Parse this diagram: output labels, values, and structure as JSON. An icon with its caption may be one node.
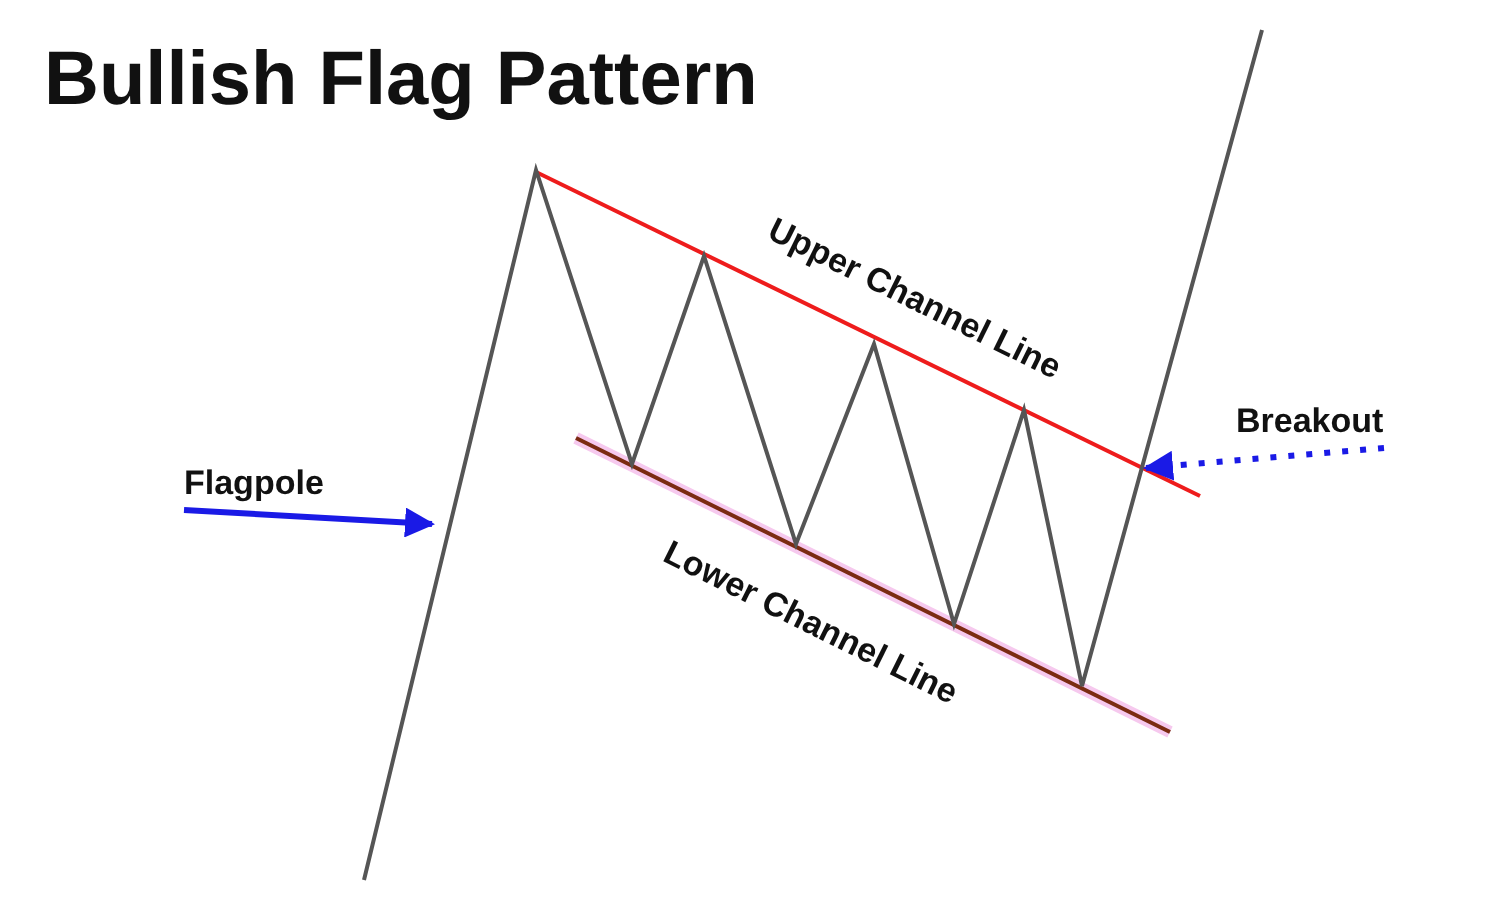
{
  "diagram": {
    "title": "Bullish Flag Pattern",
    "nodes": [
      {
        "text": [
          "Flagpole"
        ]
      },
      {
        "text": [
          "Breakout"
        ]
      }
    ],
    "edges": [
      {
        "from": 0,
        "to": null,
        "arrow": "to",
        "color": "#1a1ae6"
      },
      {
        "from": 1,
        "to": null,
        "arrow": "to",
        "style": "dashed",
        "color": "#1a1ae6"
      }
    ],
    "labels": [
      "Upper Channel Line",
      "Lower Channel Line"
    ]
  }
}
